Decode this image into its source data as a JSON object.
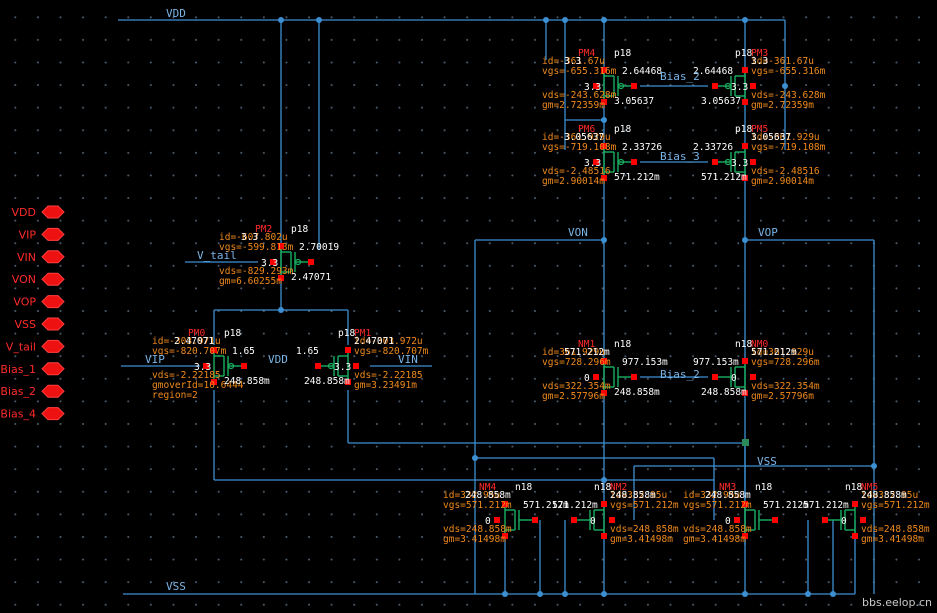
{
  "schematic": {
    "rails": {
      "vdd": "VDD",
      "vss": "VSS"
    },
    "nets": {
      "von": "VON",
      "vop": "VOP",
      "vip": "VIP",
      "vin": "VIN",
      "v_tail": "V_tail",
      "bias2": "Bias_2",
      "bias3": "Bias_3"
    },
    "pins": [
      "VDD",
      "VIP",
      "VIN",
      "VON",
      "VOP",
      "VSS",
      "V_tail",
      "Bias_1",
      "Bias_2",
      "Bias_4"
    ],
    "devices": {
      "PM4": {
        "name": "PM4",
        "model": "p18",
        "lines": [
          "id=-361.67u",
          "vgs=-655.316m",
          "vds=-243.628m",
          "gm=2.72359m"
        ],
        "nodes": [
          "3.3",
          "2.64468",
          "3.3",
          "3.05637"
        ]
      },
      "PM3": {
        "name": "PM3",
        "model": "p18",
        "lines": [
          "id=-361.67u",
          "vgs=-655.316m",
          "vds=-243.628m",
          "gm=2.72359m"
        ],
        "nodes": [
          "3.3",
          "2.64468",
          "3.3",
          "3.05637"
        ]
      },
      "PM6": {
        "name": "PM6",
        "model": "p18",
        "lines": [
          "id=-361.929u",
          "vgs=-719.108m",
          "vds=-2.48516",
          "gm=2.90014m"
        ],
        "nodes": [
          "3.05637",
          "2.33726",
          "3.3",
          "571.212m"
        ]
      },
      "PM5": {
        "name": "PM5",
        "model": "p18",
        "lines": [
          "id=-361.929u",
          "vgs=-719.108m",
          "vds=-2.48516",
          "gm=2.90014m"
        ],
        "nodes": [
          "3.05637",
          "2.33726",
          "3.3",
          "571.212m"
        ]
      },
      "PM2": {
        "name": "PM2",
        "model": "p18",
        "lines": [
          "id=-607.802u",
          "vgs=-599.813m",
          "vds=-829.293m",
          "gm=6.60255m"
        ],
        "nodes": [
          "3.3",
          "2.70019",
          "3.3",
          "2.47071"
        ]
      },
      "PM0": {
        "name": "PM0",
        "model": "p18",
        "lines": [
          "id=-303.971u",
          "vgs=-820.707m",
          "vds=-2.22185",
          "gmoverId=10.6444",
          "region=2"
        ],
        "nodes": [
          "2.47071",
          "1.65",
          "3.3",
          "248.858m"
        ]
      },
      "PM1": {
        "name": "PM1",
        "model": "p18",
        "lines": [
          "id=-303.972u",
          "vgs=-820.707m",
          "vds=-2.22185",
          "gm=3.23491m"
        ],
        "nodes": [
          "2.47071",
          "1.65",
          "3.3",
          "248.858m"
        ]
      },
      "NM1": {
        "name": "NM1",
        "model": "n18",
        "lines": [
          "id=361.929u",
          "vgs=728.296m",
          "vds=322.354m",
          "gm=2.57796m"
        ],
        "nodes": [
          "571.212m",
          "977.153m",
          "0",
          "248.858m"
        ]
      },
      "NM0": {
        "name": "NM0",
        "model": "n18",
        "lines": [
          "id=361.929u",
          "vgs=728.296m",
          "vds=322.354m",
          "gm=2.57796m"
        ],
        "nodes": [
          "571.212m",
          "977.153m",
          "0",
          "248.858m"
        ]
      },
      "NM4": {
        "name": "NM4",
        "model": "n18",
        "lines": [
          "id=332.95u",
          "vgs=571.212m",
          "vds=248.858m",
          "gm=3.41498m"
        ],
        "nodes": [
          "248.858m",
          "571.212m",
          "0"
        ]
      },
      "NM2": {
        "name": "NM2",
        "model": "n18",
        "lines": [
          "id=332.95u",
          "vgs=571.212m",
          "vds=248.858m",
          "gm=3.41498m"
        ],
        "nodes": [
          "248.858m",
          "571.212m",
          "0"
        ]
      },
      "NM3": {
        "name": "NM3",
        "model": "n18",
        "lines": [
          "id=332.95u",
          "vgs=571.212m",
          "vds=248.858m",
          "gm=3.41498m"
        ],
        "nodes": [
          "248.858m",
          "571.212m",
          "0"
        ]
      },
      "NM5": {
        "name": "NM5",
        "model": "n18",
        "lines": [
          "id=332.95u",
          "vgs=571.212m",
          "vds=248.858m",
          "gm=3.41498m"
        ],
        "nodes": [
          "248.858m",
          "571.212m",
          "0"
        ]
      }
    },
    "extra_labels": {
      "vdd_inline": "VDD",
      "vss_inline": "VSS",
      "bias2_inline": "Bias_2",
      "vdd_pm": "3.3"
    }
  },
  "watermark": "bbs.eelop.cn",
  "colors": {
    "background": "#000000",
    "wire": "#3c8fd2",
    "device": "#18b060",
    "pin": "#ff0000",
    "annotation": "#f08a1c"
  }
}
